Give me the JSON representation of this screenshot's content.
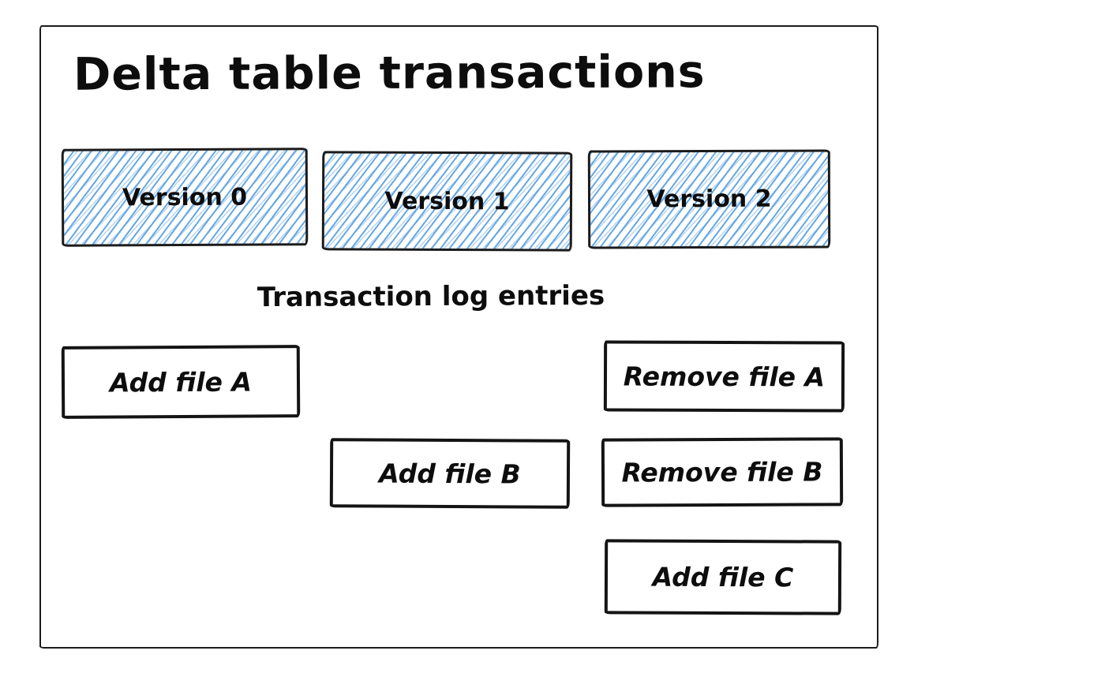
{
  "diagram": {
    "title": "Delta table transactions",
    "subtitle": "Transaction log entries",
    "versions": [
      {
        "label": "Version 0"
      },
      {
        "label": "Version 1"
      },
      {
        "label": "Version 2"
      }
    ],
    "log_entries": [
      {
        "label": "Add file A",
        "version": 0
      },
      {
        "label": "Add file B",
        "version": 1
      },
      {
        "label": "Remove file A",
        "version": 2
      },
      {
        "label": "Remove file B",
        "version": 2
      },
      {
        "label": "Add file C",
        "version": 2
      }
    ],
    "colors": {
      "hatch_blue": "#60a2e0",
      "stroke_black": "#141414",
      "background": "#ffffff"
    }
  }
}
